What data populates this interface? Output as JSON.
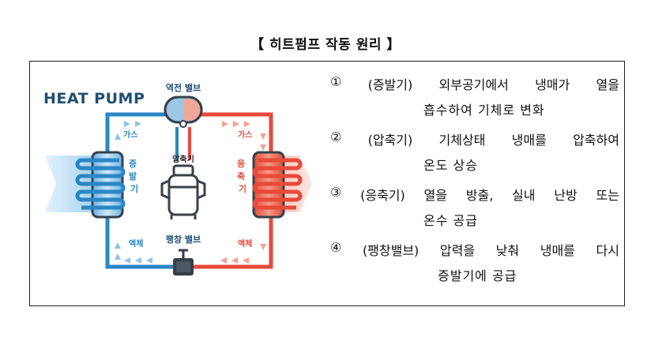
{
  "title": "【 히트펌프 작동 원리 】",
  "diagram": {
    "brand": "HEAT PUMP",
    "reversing_valve": "역전 밸브",
    "compressor": "압축기",
    "expansion_valve": "팽창 밸브",
    "evaporator": "증발기",
    "condenser": "응축기",
    "gas_left": "가스",
    "gas_right": "가스",
    "liquid_left": "액체",
    "liquid_right": "액체",
    "colors": {
      "cold": "#2b86c5",
      "hot": "#e8493a",
      "cold_light": "#a9d4f0",
      "hot_light": "#f6b7a6"
    }
  },
  "steps": [
    {
      "num": "①",
      "line1": [
        "(증발기)",
        "외부공기에서",
        "냉매가",
        "열을"
      ],
      "line2": "흡수하여 기체로 변화"
    },
    {
      "num": "②",
      "line1": [
        "(압축기)",
        "기체상태",
        "냉매를",
        "압축하여"
      ],
      "line2": "온도 상승"
    },
    {
      "num": "③",
      "line1": [
        "(응축기)",
        "열을",
        "방출,",
        "실내",
        "난방",
        "또는"
      ],
      "line2": "온수 공급"
    },
    {
      "num": "④",
      "line1": [
        "(팽창밸브)",
        "압력을",
        "낮춰",
        "냉매를",
        "다시"
      ],
      "line2": "증발기에 공급"
    }
  ]
}
